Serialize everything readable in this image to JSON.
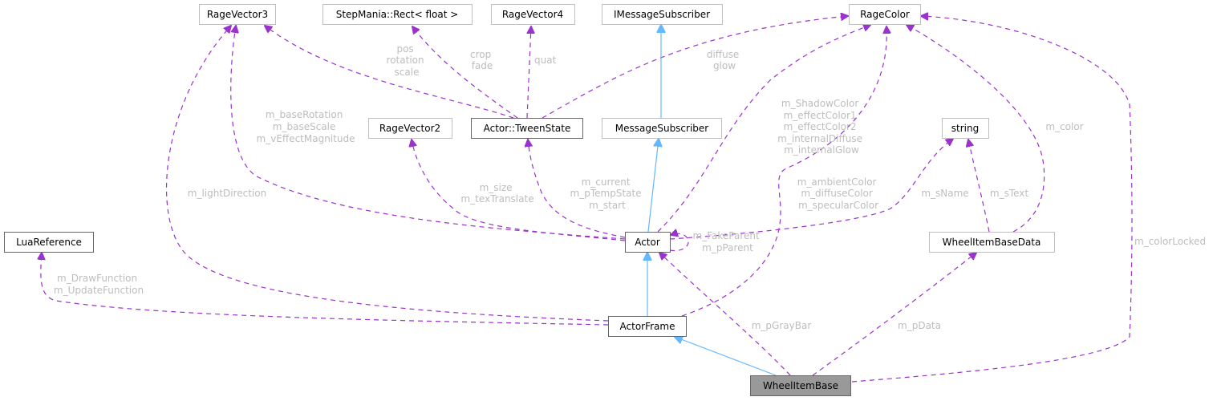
{
  "diagram": {
    "title": "WheelItemBase collaboration graph",
    "colors": {
      "usage_edge": "#9a32cd",
      "inherit_edge": "#63b8ff",
      "edge_label": "#bdbdbd",
      "node_border": "#bfbfbf",
      "node_border_documented": "#666666",
      "focus_node_fill": "#999999"
    },
    "nodes": {
      "RageVector3": "RageVector3",
      "StepManiaRect": "StepMania::Rect< float >",
      "RageVector4": "RageVector4",
      "IMessageSubscriber": "IMessageSubscriber",
      "RageColor": "RageColor",
      "RageVector2": "RageVector2",
      "TweenState": "Actor::TweenState",
      "MessageSubscriber": "MessageSubscriber",
      "string": "string",
      "LuaReference": "LuaReference",
      "Actor": "Actor",
      "WheelItemBaseData": "WheelItemBaseData",
      "ActorFrame": "ActorFrame",
      "WheelItemBase": "WheelItemBase"
    },
    "edge_labels": {
      "tween_rv3": [
        "pos",
        "rotation",
        "scale"
      ],
      "tween_rect": [
        "crop",
        "fade"
      ],
      "tween_rv4": [
        "quat"
      ],
      "tween_color": [
        "diffuse",
        "glow"
      ],
      "actor_rv3": [
        "m_baseRotation",
        "m_baseScale",
        "m_vEffectMagnitude"
      ],
      "actorframe_rv3": [
        "m_lightDirection"
      ],
      "actor_rv2": [
        "m_size",
        "m_texTranslate"
      ],
      "actor_tween": [
        "m_current",
        "m_pTempState",
        "m_start"
      ],
      "actor_color": [
        "m_ShadowColor",
        "m_effectColor1",
        "m_effectColor2",
        "m_internalDiffuse",
        "m_internalGlow"
      ],
      "actorframe_color": [
        "m_ambientColor",
        "m_diffuseColor",
        "m_specularColor"
      ],
      "actor_string": [
        "m_sName"
      ],
      "data_string": [
        "m_sText"
      ],
      "data_color": [
        "m_color"
      ],
      "wheel_color": [
        "m_colorLocked"
      ],
      "actor_self": [
        "m_FakeParent",
        "m_pParent"
      ],
      "actorframe_lua": [
        "m_DrawFunction",
        "m_UpdateFunction"
      ],
      "wheel_actor": [
        "m_pGrayBar"
      ],
      "wheel_data": [
        "m_pData"
      ]
    }
  }
}
